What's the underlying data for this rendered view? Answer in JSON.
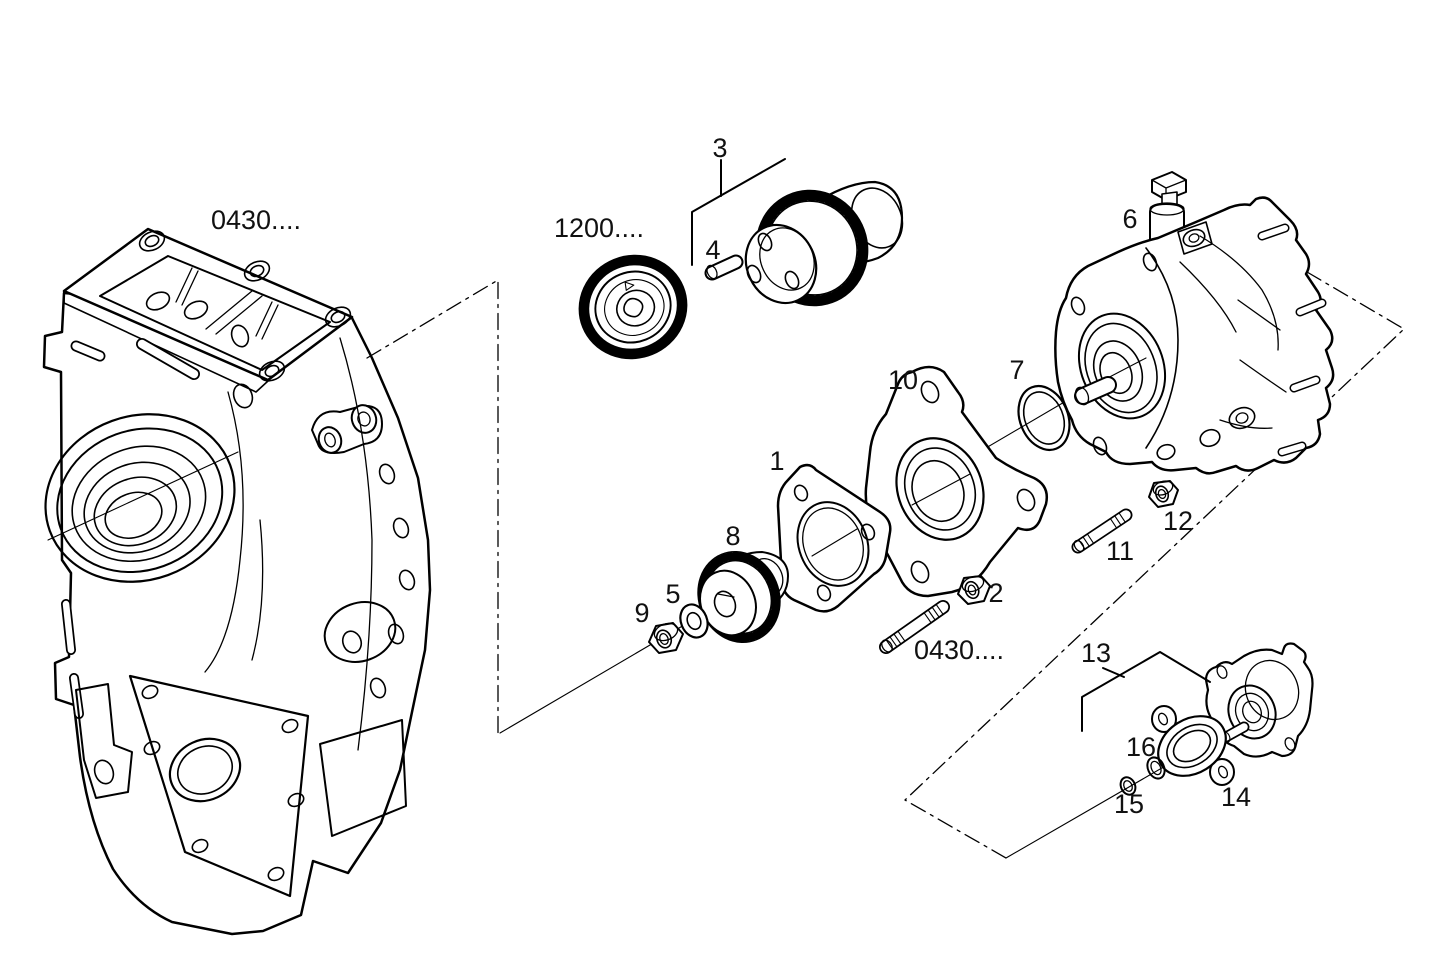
{
  "page": {
    "background": "#ffffff",
    "line_color": "#000000",
    "label_color": "#111111"
  },
  "labels": {
    "block_ref": "0430....",
    "timing_gear_ref": "1200....",
    "stud_ref": "0430....",
    "c1": "1",
    "c2": "2",
    "c3": "3",
    "c4": "4",
    "c5": "5",
    "c6": "6",
    "c7": "7",
    "c8": "8",
    "c9": "9",
    "c10": "10",
    "c11": "11",
    "c12": "12",
    "c13": "13",
    "c14": "14",
    "c15": "15",
    "c16": "16"
  }
}
